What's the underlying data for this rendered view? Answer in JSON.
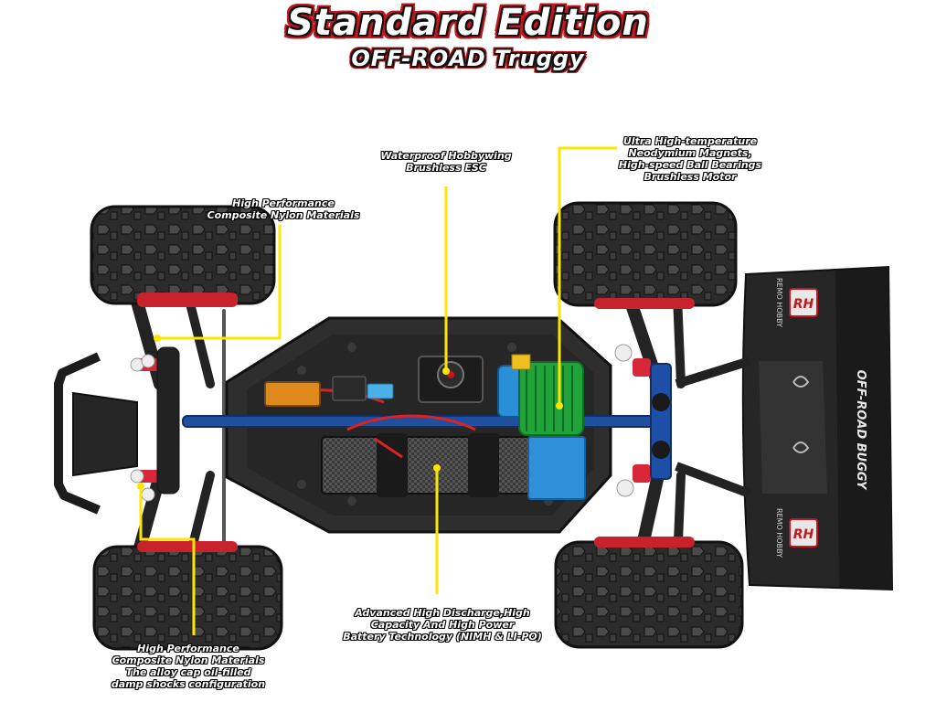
{
  "header": {
    "title": "Standard Edition",
    "subtitle": "OFF-ROAD  Truggy"
  },
  "callouts": {
    "esc": {
      "line1": "Waterproof  Hobbywing",
      "line2": "Brushless ESC"
    },
    "motor": {
      "line1": "Ultra High-temperature",
      "line2": "Neodymium Magnets,",
      "line3": "High-speed Ball Bearings",
      "line4": "Brushless Motor"
    },
    "front_upper": {
      "line1": "High Performance",
      "line2": "Composite Nylon Materials"
    },
    "battery": {
      "line1": "Advanced High Discharge,High",
      "line2": "Capacity And High Power",
      "line3": "Battery Technology (NIMH & LI-PO)"
    },
    "front_lower": {
      "line1": "High Performance",
      "line2": "Composite Nylon Materials",
      "line3": "The alloy cap oil-filled",
      "line4": "damp shocks configuration"
    }
  },
  "wing": {
    "brand_badge": "RH",
    "brand_text": "REMO HOBBY",
    "decal": "OFF-ROAD BUGGY"
  },
  "colors": {
    "callout_line": "#ffe600",
    "title_outline": "#c4161c",
    "tire": "#2b2b2b",
    "chassis": "#2e2e2e",
    "motor_green": "#1fa33a",
    "motor_blue": "#2a8fd6",
    "battery_blue": "#2f8fd8",
    "shock_red": "#d8263a"
  }
}
